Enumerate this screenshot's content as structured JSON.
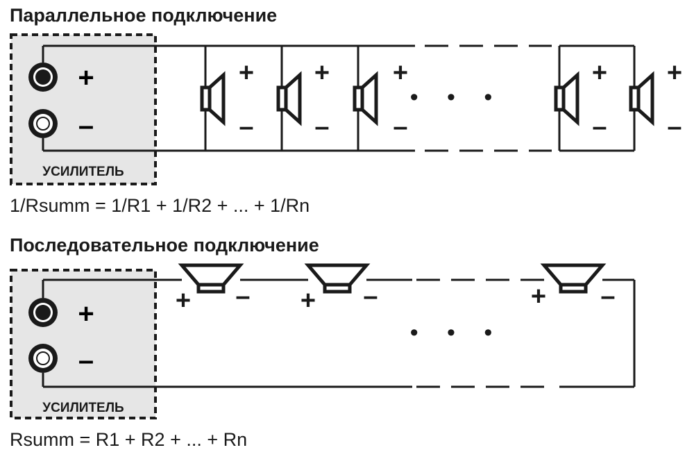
{
  "parallel": {
    "title": "Параллельное подключение",
    "amplifier_label": "УСИЛИТЕЛЬ",
    "formula": "1/Rsumm = 1/R1 + 1/R2 + ... + 1/Rn"
  },
  "series": {
    "title": "Последовательное подключение",
    "amplifier_label": "УСИЛИТЕЛЬ",
    "formula": "Rsumm = R1 + R2 + ... + Rn"
  },
  "signs": {
    "plus": "+",
    "minus": "–"
  },
  "ellipsis": "• • •",
  "colors": {
    "line": "#1a1a1a",
    "amp_fill": "#e6e6e6"
  }
}
